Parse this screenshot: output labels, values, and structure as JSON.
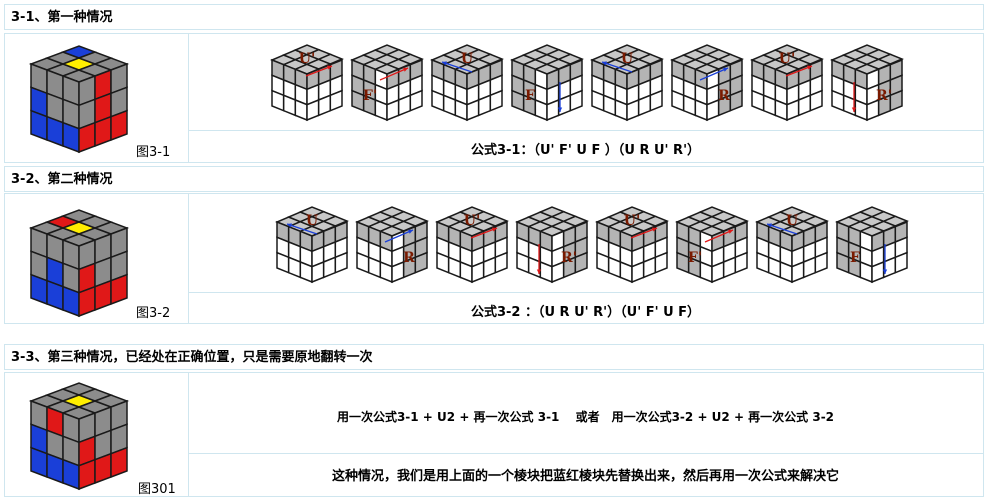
{
  "sections": [
    {
      "title": "3-1、第一种情况",
      "figure_label": "图3-1",
      "formula": "公式3-1：（U' F' U F ）（U R U' R'）",
      "steps": [
        {
          "label": "U'",
          "arrow": "right-red"
        },
        {
          "label": "F'",
          "arrow": "diag-red"
        },
        {
          "label": "U",
          "arrow": "left-blue"
        },
        {
          "label": "F",
          "arrow": "down-blue"
        },
        {
          "label": "U",
          "arrow": "left-blue"
        },
        {
          "label": "R",
          "arrow": "diag-blue"
        },
        {
          "label": "U'",
          "arrow": "right-red"
        },
        {
          "label": "R'",
          "arrow": "down-red"
        }
      ]
    },
    {
      "title": "3-2、第二种情况",
      "figure_label": "图3-2",
      "formula": "公式3-2 ：（U R U' R'）（U' F' U F）",
      "steps": [
        {
          "label": "U",
          "arrow": "left-blue"
        },
        {
          "label": "R",
          "arrow": "diag-blue"
        },
        {
          "label": "U'",
          "arrow": "right-red"
        },
        {
          "label": "R'",
          "arrow": "down-red"
        },
        {
          "label": "U'",
          "arrow": "right-red"
        },
        {
          "label": "F'",
          "arrow": "diag-red"
        },
        {
          "label": "U",
          "arrow": "left-blue"
        },
        {
          "label": "F",
          "arrow": "down-blue"
        }
      ]
    },
    {
      "title": "3-3、第三种情况，已经处在正确位置，只是需要原地翻转一次",
      "figure_label": "图301",
      "line1": "用一次公式3-1 + U2 + 再一次公式 3-1　 或者　用一次公式3-2 + U2 + 再一次公式 3-2",
      "line2": "这种情况，我们是用上面的一个棱块把蓝红棱块先替换出来，然后再用一次公式来解决它"
    }
  ],
  "colors": {
    "border": "#cfe6ef",
    "red": "#e01818",
    "blue": "#1a3fd8",
    "yellow": "#ffee00",
    "gray": "#8c8c8c",
    "label": "#7a1a00"
  }
}
